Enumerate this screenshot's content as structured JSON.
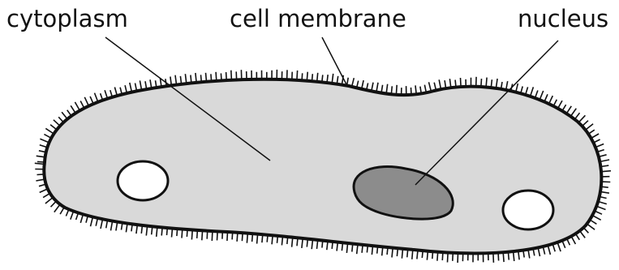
{
  "labels": {
    "cytoplasm": "cytoplasm",
    "cell_membrane": "cell membrane",
    "nucleus": "nucleus"
  },
  "colors": {
    "cytoplasm_fill": "#d9d9d9",
    "nucleus_fill": "#8c8c8c",
    "vacuole_fill": "#ffffff",
    "outline": "#111111"
  }
}
